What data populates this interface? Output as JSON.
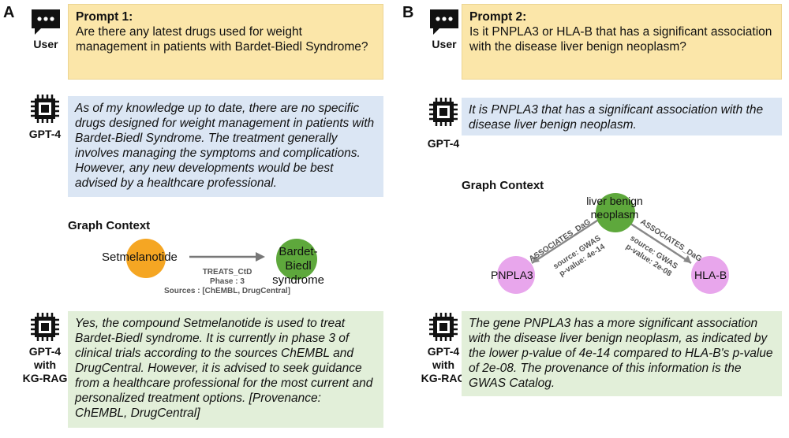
{
  "panel_a": {
    "letter": "A",
    "user_role": "User",
    "prompt_title": "Prompt 1:",
    "prompt_text": "Are there any latest drugs used for weight management in patients with Bardet-Biedl Syndrome?",
    "gpt_role": "GPT-4",
    "gpt_response": "As of my knowledge up to date, there are no specific drugs designed for weight management in patients with Bardet-Biedl Syndrome. The treatment generally involves managing the symptoms and complications. However, any new developments would be best advised by a healthcare professional.",
    "graph_title": "Graph Context",
    "graph": {
      "source_node": "Setmelanotide",
      "target_node_line1": "Bardet-Biedl",
      "target_node_line2": "syndrome",
      "edge_label": "TREATS_CtD",
      "edge_phase": "Phase : 3",
      "edge_sources": "Sources : [ChEMBL, DrugCentral]",
      "source_color": "#f5a623",
      "target_color": "#5ea83c"
    },
    "rag_role_line1": "GPT-4",
    "rag_role_line2": "with",
    "rag_role_line3": "KG-RAG",
    "rag_response": "Yes, the compound Setmelanotide is used to treat Bardet-Biedl syndrome. It is currently in phase 3 of clinical trials according to the sources ChEMBL and DrugCentral. However, it is advised to seek guidance from a healthcare professional for the most current and personalized treatment options. [Provenance: ChEMBL, DrugCentral]"
  },
  "panel_b": {
    "letter": "B",
    "user_role": "User",
    "prompt_title": "Prompt 2:",
    "prompt_text": "Is it PNPLA3 or HLA-B that has a significant association with the disease liver benign neoplasm?",
    "gpt_role": "GPT-4",
    "gpt_response": "It is PNPLA3 that has a significant association with the disease liver benign neoplasm.",
    "graph_title": "Graph Context",
    "graph": {
      "center_node_line1": "liver benign",
      "center_node_line2": "neoplasm",
      "left_node": "PNPLA3",
      "right_node": "HLA-B",
      "left_edge_label": "ASSOCIATES_DaG",
      "left_edge_source": "source: GWAS",
      "left_edge_pvalue": "p-value: 4e-14",
      "right_edge_label": "ASSOCIATES_DaG",
      "right_edge_source": "source: GWAS",
      "right_edge_pvalue": "p-value: 2e-08",
      "center_color": "#5ea83c",
      "gene_color": "#e8a6ec"
    },
    "rag_role_line1": "GPT-4",
    "rag_role_line2": "with",
    "rag_role_line3": "KG-RAG",
    "rag_response": "The gene PNPLA3 has a more significant association with the disease liver benign neoplasm, as indicated by the lower p-value of 4e-14 compared to HLA-B's p-value of 2e-08. The provenance of this information is the GWAS Catalog."
  },
  "icons": {
    "user": "chat-bubble-icon",
    "model": "chip-icon"
  }
}
